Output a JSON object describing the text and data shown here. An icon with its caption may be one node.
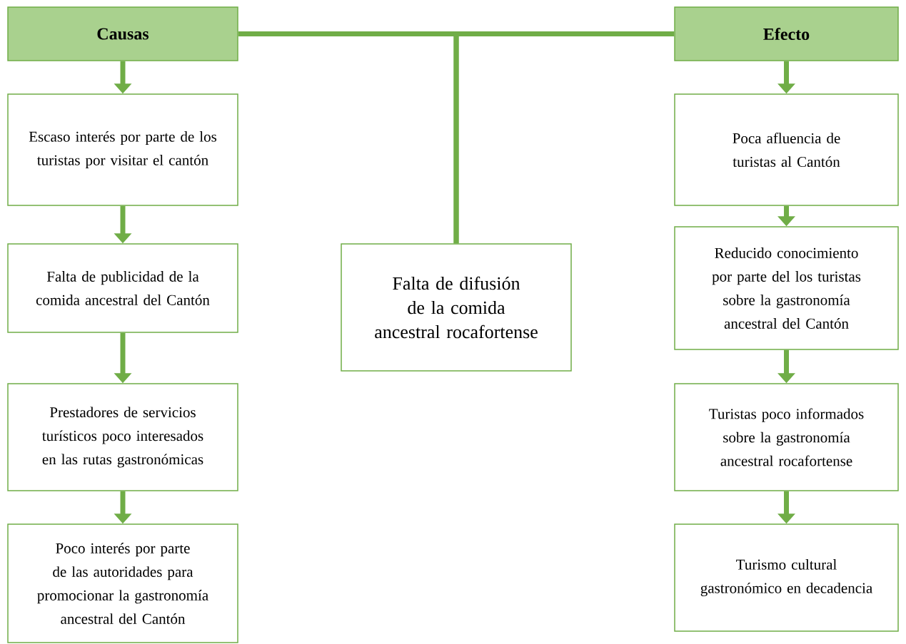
{
  "diagram": {
    "nodes": [
      {
        "text": [
          "Causas"
        ]
      },
      {
        "text": [
          "Efecto"
        ]
      },
      {
        "text": [
          "Falta de difusión de la comida ancestral rocafortense"
        ]
      },
      {
        "text": [
          "Escaso interés por parte de los turistas por visitar el cantón"
        ]
      },
      {
        "text": [
          "Falta de publicidad de la comida ancestral del Cantón"
        ]
      },
      {
        "text": [
          "Prestadores de servicios turísticos poco interesados en las rutas gastronómicas"
        ]
      },
      {
        "text": [
          "Poco interés por parte de las autoridades para promocionar la gastronomía ancestral del Cantón"
        ]
      },
      {
        "text": [
          "Poca afluencia de turistas al Cantón"
        ]
      },
      {
        "text": [
          "Reducido conocimiento por parte del los turistas sobre la gastronomía ancestral del Cantón"
        ]
      },
      {
        "text": [
          "Turistas poco informados sobre la gastronomía ancestral rocafortense"
        ]
      },
      {
        "text": [
          "Turismo cultural gastronómico en decadencia"
        ]
      }
    ],
    "edges": [
      {
        "from": 0,
        "to": 2,
        "arrow": "none"
      },
      {
        "from": 1,
        "to": 2,
        "arrow": "none"
      },
      {
        "from": 0,
        "to": 3,
        "arrow": "to"
      },
      {
        "from": 3,
        "to": 4,
        "arrow": "to"
      },
      {
        "from": 4,
        "to": 5,
        "arrow": "to"
      },
      {
        "from": 5,
        "to": 6,
        "arrow": "to"
      },
      {
        "from": 1,
        "to": 7,
        "arrow": "to"
      },
      {
        "from": 7,
        "to": 8,
        "arrow": "to"
      },
      {
        "from": 8,
        "to": 9,
        "arrow": "to"
      },
      {
        "from": 9,
        "to": 10,
        "arrow": "to"
      }
    ]
  }
}
